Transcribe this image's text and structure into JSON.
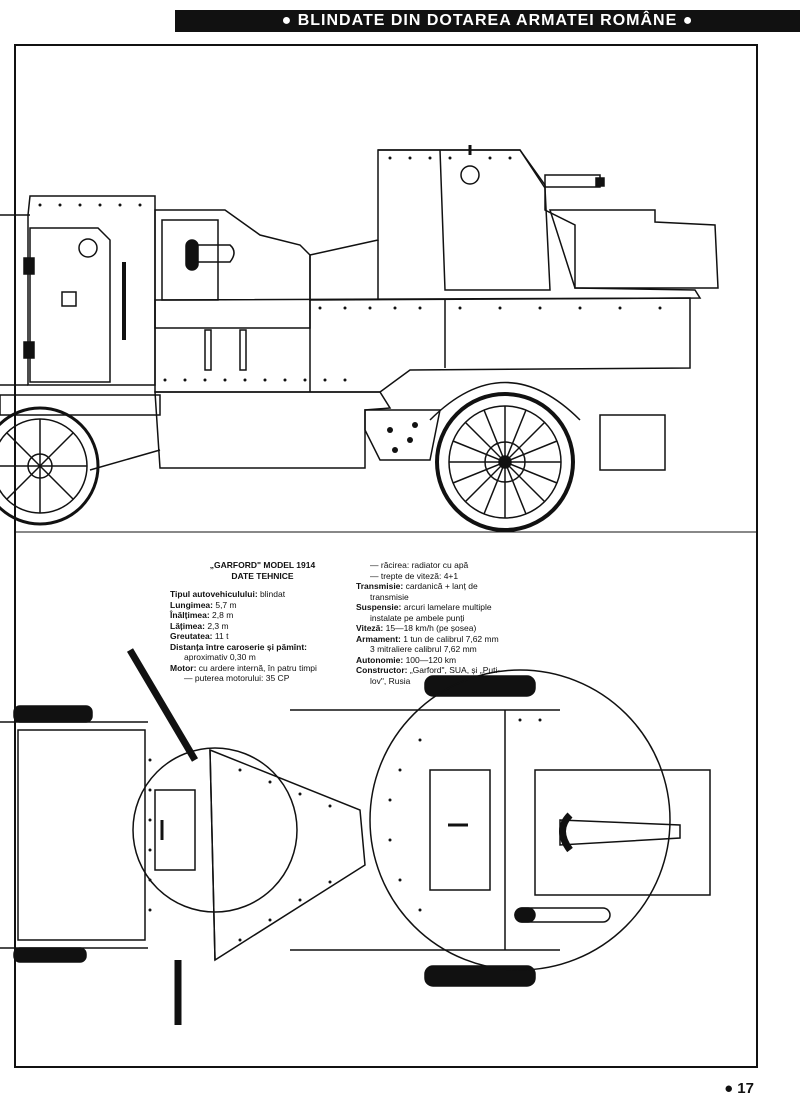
{
  "header": {
    "title": "● BLINDATE DIN DOTAREA ARMATEI ROMÂNE ●"
  },
  "specs": {
    "model": "„GARFORD\" MODEL 1914",
    "subtitle": "DATE TEHNICE",
    "col1": [
      {
        "label": "Tipul autovehiculului:",
        "value": " blindat"
      },
      {
        "label": "Lungimea:",
        "value": " 5,7 m"
      },
      {
        "label": "Înălțimea:",
        "value": " 2,8 m"
      },
      {
        "label": "Lățimea:",
        "value": " 2,3 m"
      },
      {
        "label": "Greutatea:",
        "value": " 11 t"
      },
      {
        "label": "Distanța între caroserie și pămînt:",
        "value": ""
      },
      {
        "label": "",
        "value": "    aproximativ 0,30 m"
      },
      {
        "label": "Motor:",
        "value": " cu ardere internă, în patru timpi"
      },
      {
        "label": "",
        "value": "    — puterea motorului: 35 CP"
      }
    ],
    "col2": [
      {
        "label": "",
        "value": "— răcirea: radiator cu apă"
      },
      {
        "label": "",
        "value": "— trepte de viteză: 4+1"
      },
      {
        "label": "Transmisie:",
        "value": " cardanică + lanț de"
      },
      {
        "label": "",
        "value": "    transmisie"
      },
      {
        "label": "Suspensie:",
        "value": " arcuri lamelare multiple"
      },
      {
        "label": "",
        "value": "    instalate pe ambele punți"
      },
      {
        "label": "Viteză:",
        "value": " 15—18 km/h (pe șosea)"
      },
      {
        "label": "Armament:",
        "value": " 1 tun de calibrul 7,62 mm"
      },
      {
        "label": "",
        "value": "    3 mitraliere calibrul 7,62 mm"
      },
      {
        "label": "Autonomie:",
        "value": " 100—120 km"
      },
      {
        "label": "Constructor:",
        "value": " „Garford\", SUA, și „Puti-"
      },
      {
        "label": "",
        "value": "    lov\", Rusia"
      }
    ]
  },
  "page": {
    "number": "● 17"
  }
}
